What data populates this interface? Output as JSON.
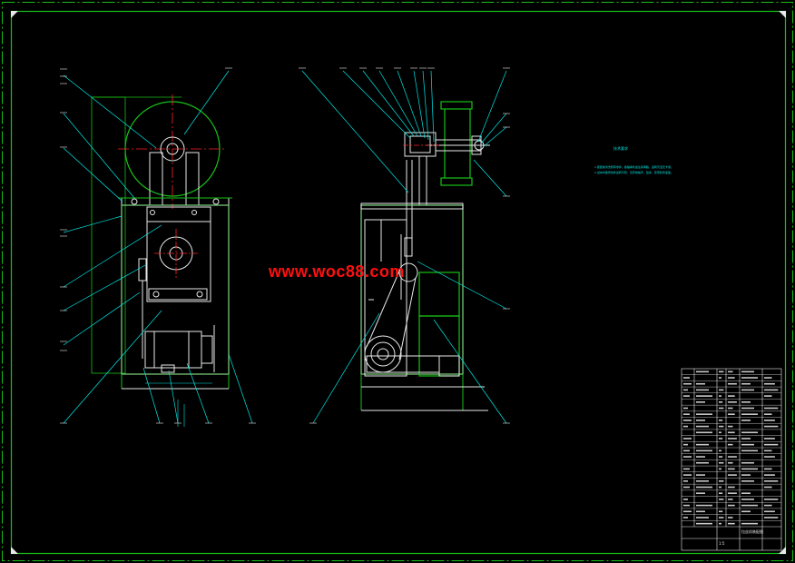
{
  "watermark": "www.woc88.com",
  "notes": {
    "title": "技术要求",
    "lines": [
      "1.装配前清洗所有零件，各轴承处加注润滑脂，运转灵活无卡滞。",
      "2.试车时各传动件运转平稳，无异常噪声，链条、皮带松紧适度。"
    ]
  },
  "title_block": {
    "drawing_name": "拉丝机装配图",
    "scale": "1:5"
  },
  "colors": {
    "background": "#000000",
    "border": "#18c018",
    "outline": "#e8e8e8",
    "leader": "#00e8e8",
    "centerline": "#ff2020",
    "hidden": "#18c018",
    "watermark": "#ff1010"
  }
}
